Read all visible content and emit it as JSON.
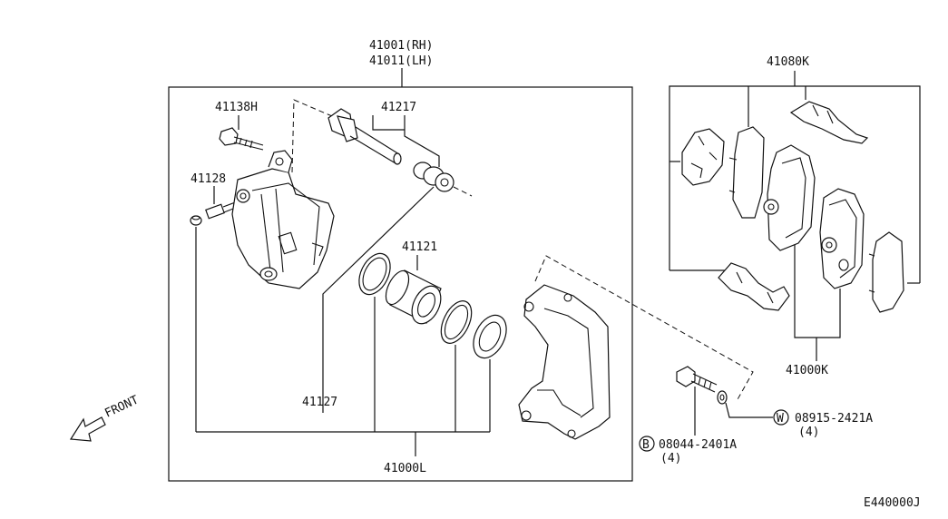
{
  "diagram": {
    "labels": {
      "caliper_rh": "41001(RH)",
      "caliper_lh": "41011(LH)",
      "pin_bolt": "41138H",
      "bleeder": "41128",
      "pin_kit": "41217",
      "piston": "41121",
      "seal_kit": "41127",
      "repair_kit": "41000L",
      "pad_hardware": "41080K",
      "pad_kit": "41000K",
      "washer_code": "W",
      "washer": "08915-2421A",
      "washer_qty": "(4)",
      "bolt_code": "B",
      "bolt": "08044-2401A",
      "bolt_qty": "(4)",
      "front": "FRONT",
      "diagram_id": "E440000J"
    }
  }
}
